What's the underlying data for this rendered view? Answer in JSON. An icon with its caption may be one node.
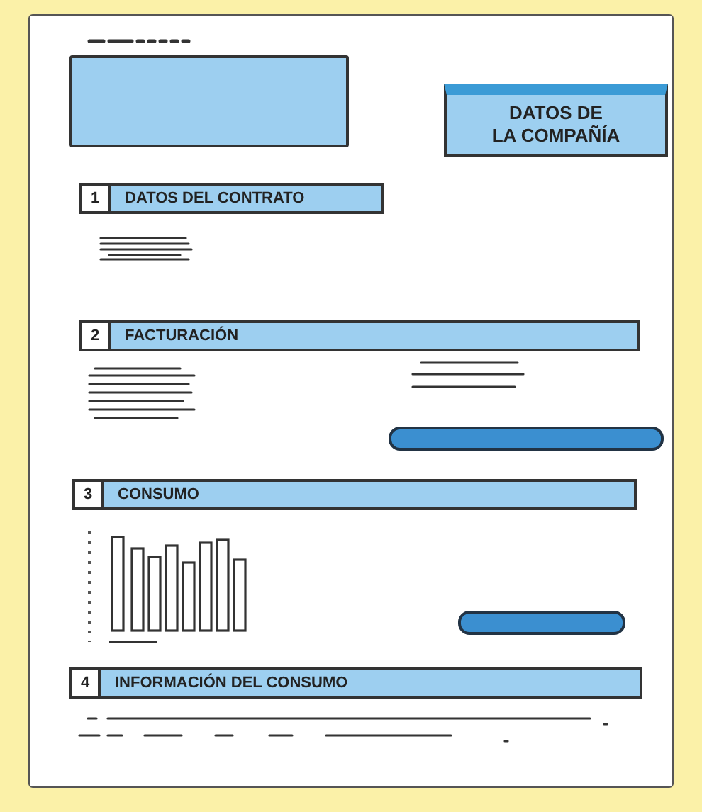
{
  "diagram": {
    "nodes": [
      {
        "text": [],
        "shape": "box"
      },
      {
        "text": [
          "DATOS DE LA COMPAÑÍA"
        ]
      },
      {
        "text": [
          "1",
          "DATOS DEL CONTRATO"
        ]
      },
      {
        "text": [
          "2",
          "FACTURACIÓN"
        ]
      },
      {
        "text": [],
        "shape": "bar"
      },
      {
        "text": [
          "3",
          "CONSUMO"
        ]
      },
      {
        "text": [],
        "shape": "bar"
      },
      {
        "text": [
          "4",
          "INFORMACIÓN DEL CONSUMO"
        ]
      }
    ]
  }
}
